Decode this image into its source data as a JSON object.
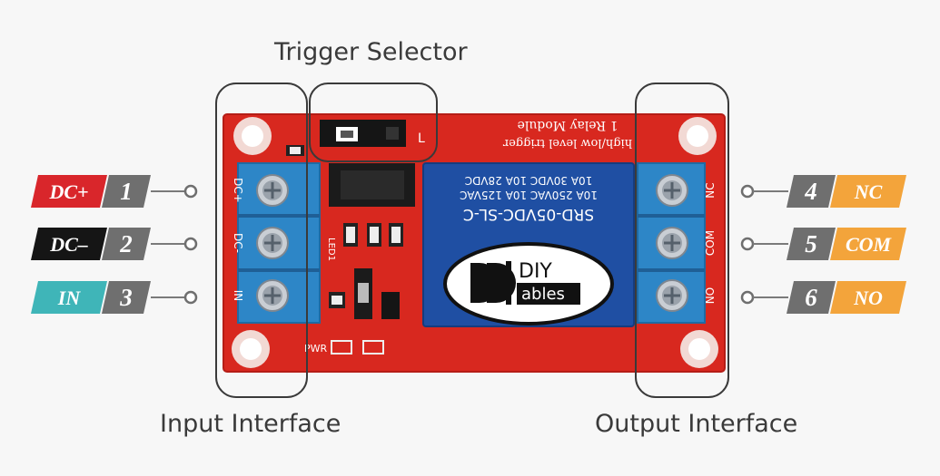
{
  "labels": {
    "trigger_selector": "Trigger Selector",
    "input_interface": "Input Interface",
    "output_interface": "Output Interface"
  },
  "pins_left": [
    {
      "name": "DC+",
      "number": "1",
      "color": "#d9262b",
      "text_color": "#ffffff"
    },
    {
      "name": "DC–",
      "number": "2",
      "color": "#151515",
      "text_color": "#ffffff"
    },
    {
      "name": "IN",
      "number": "3",
      "color": "#3fb5b8",
      "text_color": "#ffffff"
    }
  ],
  "pins_right": [
    {
      "name": "NC",
      "number": "4",
      "color": "#f3a43b",
      "text_color": "#ffffff"
    },
    {
      "name": "COM",
      "number": "5",
      "color": "#f3a43b",
      "text_color": "#ffffff"
    },
    {
      "name": "NO",
      "number": "6",
      "color": "#f3a43b",
      "text_color": "#ffffff"
    }
  ],
  "number_tag_color": "#6f6f6f",
  "board": {
    "color": "#d8281f",
    "silk_top_line1": "high/low level trigger",
    "silk_top_line2": "1 Relay Module",
    "silk_left_terminals": [
      "DC+",
      "DC-",
      "IN"
    ],
    "silk_right_terminals": [
      "NC",
      "COM",
      "NO"
    ],
    "silk_pwr": "PWR",
    "silk_led1": "LED1",
    "silk_jumper": "L"
  },
  "relay": {
    "model": "SRD-05VDC-SL-C",
    "rating_lines": [
      "10A 250VAC 10A 125VAC",
      "10A 30VDC 10A 28VDC"
    ],
    "color": "#1f4fa3"
  },
  "logo": {
    "text_top": "DIY",
    "text_bottom": "ables"
  }
}
